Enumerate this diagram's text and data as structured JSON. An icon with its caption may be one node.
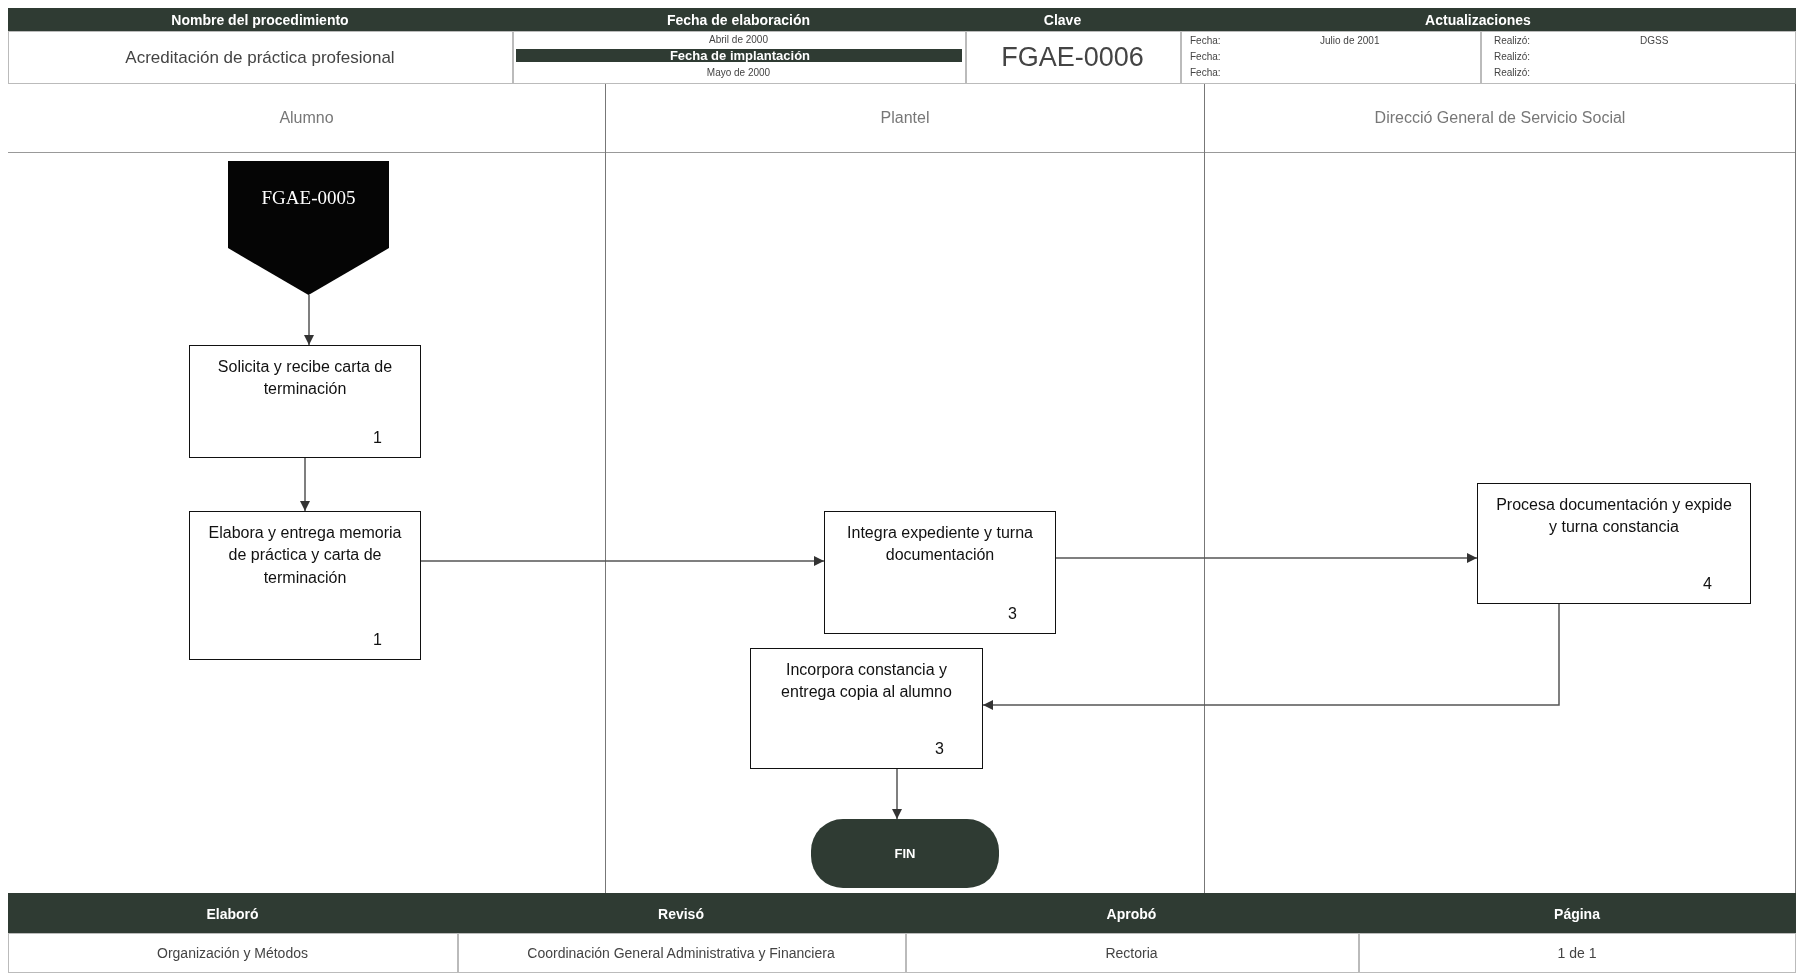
{
  "diagram": {
    "nodes": [
      {
        "text": [
          "Alumno"
        ]
      },
      {
        "text": [
          "Plantel"
        ]
      },
      {
        "text": [
          "Direcció General de Servicio Social"
        ]
      },
      {
        "text": [
          "FGAE-0005"
        ],
        "in": 0
      },
      {
        "text": [
          "Solicita y recibe carta de terminación",
          "1"
        ],
        "in": 0
      },
      {
        "text": [
          "Elabora y entrega memoria de práctica y carta de terminación",
          "1"
        ],
        "in": 0
      },
      {
        "text": [
          "Integra expediente y turna documentación",
          "3"
        ],
        "in": 1
      },
      {
        "text": [
          "Procesa documentación y expide y turna constancia",
          "4"
        ],
        "in": 2
      },
      {
        "text": [
          "Incorpora constancia y entrega copia al alumno",
          "3"
        ],
        "in": 1
      },
      {
        "text": [
          "FIN"
        ],
        "in": 1
      }
    ],
    "edges": [
      {
        "from": 3,
        "to": 4,
        "arrow": "to"
      },
      {
        "from": 4,
        "to": 5,
        "arrow": "to"
      },
      {
        "from": 5,
        "to": 6,
        "arrow": "to"
      },
      {
        "from": 6,
        "to": 7,
        "arrow": "to"
      },
      {
        "from": 7,
        "to": 8,
        "arrow": "to"
      },
      {
        "from": 8,
        "to": 9,
        "arrow": "to"
      }
    ],
    "labels": [
      "Nombre del procedimiento",
      "Fecha de elaboración",
      "Clave",
      "Actualizaciones",
      "Acreditación de práctica profesional",
      "Abril de 2000",
      "Fecha de implantación",
      "Mayo de 2000",
      "FGAE-0006",
      "Fecha:",
      "Julio de 2001",
      "Realizó:",
      "DGSS",
      "Fecha:",
      "Realizó:",
      "Fecha:",
      "Realizó:",
      "Elaboró",
      "Revisó",
      "Aprobó",
      "Página",
      "Organización y Métodos",
      "Coordinación General Administrativa y Financiera",
      "Rectoria",
      "1 de 1"
    ]
  }
}
